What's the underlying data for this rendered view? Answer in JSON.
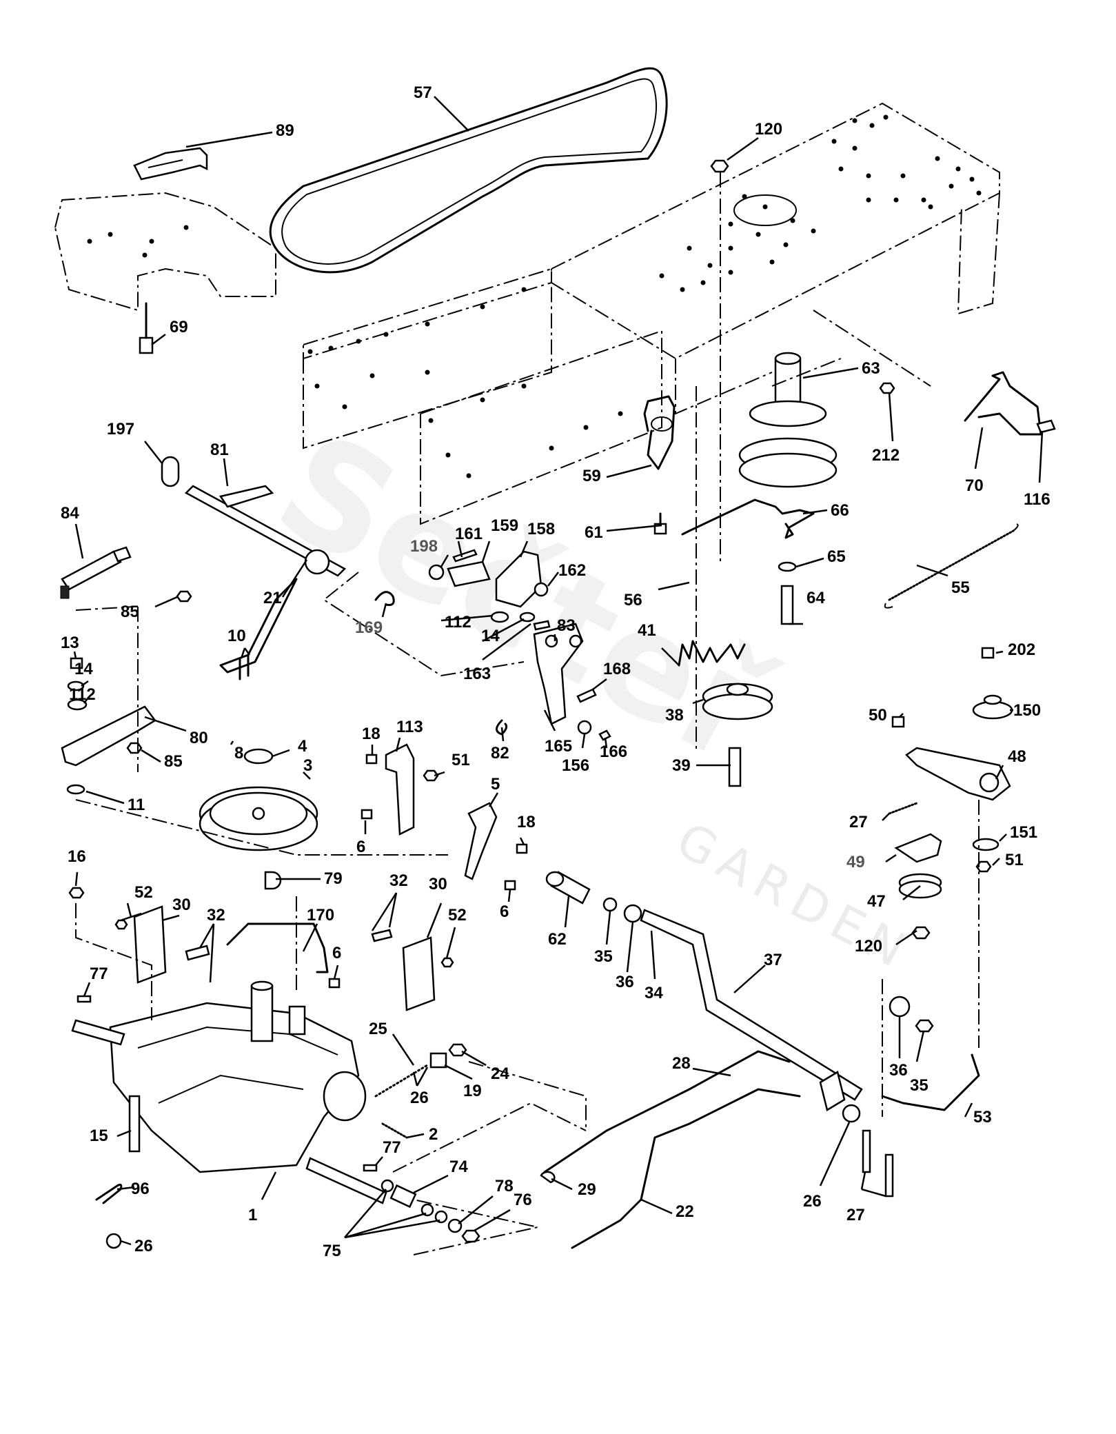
{
  "watermark": {
    "brand": "Sečteř",
    "sub": "GARDEN"
  },
  "callouts": [
    {
      "id": "c57",
      "label": "57"
    },
    {
      "id": "c89",
      "label": "89"
    },
    {
      "id": "c120a",
      "label": "120"
    },
    {
      "id": "c69",
      "label": "69"
    },
    {
      "id": "c63",
      "label": "63"
    },
    {
      "id": "c212",
      "label": "212"
    },
    {
      "id": "c70",
      "label": "70"
    },
    {
      "id": "c116",
      "label": "116"
    },
    {
      "id": "c197",
      "label": "197"
    },
    {
      "id": "c81",
      "label": "81"
    },
    {
      "id": "c59",
      "label": "59"
    },
    {
      "id": "c66",
      "label": "66"
    },
    {
      "id": "c84",
      "label": "84"
    },
    {
      "id": "c198",
      "label": "198",
      "grey": true
    },
    {
      "id": "c161",
      "label": "161"
    },
    {
      "id": "c159",
      "label": "159"
    },
    {
      "id": "c158",
      "label": "158"
    },
    {
      "id": "c61",
      "label": "61"
    },
    {
      "id": "c65",
      "label": "65"
    },
    {
      "id": "c55",
      "label": "55"
    },
    {
      "id": "c162",
      "label": "162"
    },
    {
      "id": "c85a",
      "label": "85"
    },
    {
      "id": "c21",
      "label": "21"
    },
    {
      "id": "c169",
      "label": "169",
      "grey": true
    },
    {
      "id": "c112a",
      "label": "112"
    },
    {
      "id": "c56",
      "label": "56"
    },
    {
      "id": "c64",
      "label": "64"
    },
    {
      "id": "c14a",
      "label": "14"
    },
    {
      "id": "c83",
      "label": "83"
    },
    {
      "id": "c10",
      "label": "10"
    },
    {
      "id": "c41",
      "label": "41"
    },
    {
      "id": "c202",
      "label": "202"
    },
    {
      "id": "c13",
      "label": "13"
    },
    {
      "id": "c163",
      "label": "163"
    },
    {
      "id": "c168",
      "label": "168"
    },
    {
      "id": "c14b",
      "label": "14"
    },
    {
      "id": "c50",
      "label": "50"
    },
    {
      "id": "c150",
      "label": "150"
    },
    {
      "id": "c112b",
      "label": "112"
    },
    {
      "id": "c38",
      "label": "38"
    },
    {
      "id": "c8",
      "label": "8"
    },
    {
      "id": "c80",
      "label": "80"
    },
    {
      "id": "c82",
      "label": "82"
    },
    {
      "id": "c4",
      "label": "4"
    },
    {
      "id": "c18a",
      "label": "18"
    },
    {
      "id": "c113",
      "label": "113"
    },
    {
      "id": "c165",
      "label": "165"
    },
    {
      "id": "c166",
      "label": "166"
    },
    {
      "id": "c48",
      "label": "48"
    },
    {
      "id": "c85b",
      "label": "85"
    },
    {
      "id": "c156",
      "label": "156"
    },
    {
      "id": "c39",
      "label": "39"
    },
    {
      "id": "c3",
      "label": "3"
    },
    {
      "id": "c51a",
      "label": "51"
    },
    {
      "id": "c11",
      "label": "11"
    },
    {
      "id": "c5",
      "label": "5"
    },
    {
      "id": "c27a",
      "label": "27"
    },
    {
      "id": "c18b",
      "label": "18"
    },
    {
      "id": "c6a",
      "label": "6"
    },
    {
      "id": "c151",
      "label": "151"
    },
    {
      "id": "c49",
      "label": "49",
      "grey": true
    },
    {
      "id": "c51b",
      "label": "51"
    },
    {
      "id": "c16",
      "label": "16"
    },
    {
      "id": "c79",
      "label": "79"
    },
    {
      "id": "c32a",
      "label": "32"
    },
    {
      "id": "c30a",
      "label": "30"
    },
    {
      "id": "c6b",
      "label": "6"
    },
    {
      "id": "c47",
      "label": "47"
    },
    {
      "id": "c52a",
      "label": "52"
    },
    {
      "id": "c30b",
      "label": "30"
    },
    {
      "id": "c32b",
      "label": "32"
    },
    {
      "id": "c52b",
      "label": "52"
    },
    {
      "id": "c170",
      "label": "170"
    },
    {
      "id": "c62",
      "label": "62"
    },
    {
      "id": "c120b",
      "label": "120"
    },
    {
      "id": "c35a",
      "label": "35"
    },
    {
      "id": "c6c",
      "label": "6"
    },
    {
      "id": "c36a",
      "label": "36"
    },
    {
      "id": "c34",
      "label": "34"
    },
    {
      "id": "c37",
      "label": "37"
    },
    {
      "id": "c77a",
      "label": "77"
    },
    {
      "id": "c25",
      "label": "25"
    },
    {
      "id": "c24",
      "label": "24"
    },
    {
      "id": "c28",
      "label": "28"
    },
    {
      "id": "c19",
      "label": "19"
    },
    {
      "id": "c36b",
      "label": "36"
    },
    {
      "id": "c35b",
      "label": "35"
    },
    {
      "id": "c26a",
      "label": "26"
    },
    {
      "id": "c53",
      "label": "53"
    },
    {
      "id": "c2",
      "label": "2"
    },
    {
      "id": "c15",
      "label": "15"
    },
    {
      "id": "c77b",
      "label": "77"
    },
    {
      "id": "c29",
      "label": "29"
    },
    {
      "id": "c74",
      "label": "74"
    },
    {
      "id": "c96",
      "label": "96"
    },
    {
      "id": "c78",
      "label": "78"
    },
    {
      "id": "c76",
      "label": "76"
    },
    {
      "id": "c22",
      "label": "22"
    },
    {
      "id": "c26b",
      "label": "26"
    },
    {
      "id": "c1",
      "label": "1"
    },
    {
      "id": "c27b",
      "label": "27"
    },
    {
      "id": "c26c",
      "label": "26"
    },
    {
      "id": "c75",
      "label": "75"
    }
  ]
}
